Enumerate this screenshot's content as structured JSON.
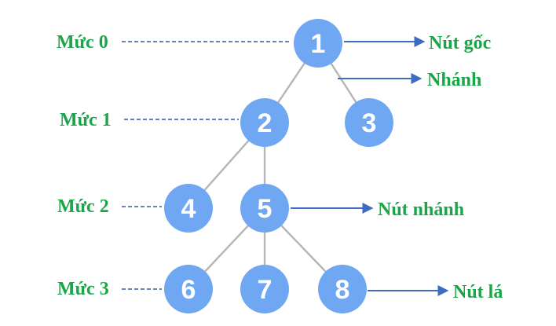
{
  "colors": {
    "node_fill": "#70a7f3",
    "node_text": "#ffffff",
    "edge": "#b5b5b5",
    "label_green": "#1aa548",
    "dash_blue": "#2f5ca8",
    "arrow_blue": "#3d6cc0",
    "background": "#ffffff"
  },
  "nodes": [
    {
      "id": "1",
      "label": "1"
    },
    {
      "id": "2",
      "label": "2"
    },
    {
      "id": "3",
      "label": "3"
    },
    {
      "id": "4",
      "label": "4"
    },
    {
      "id": "5",
      "label": "5"
    },
    {
      "id": "6",
      "label": "6"
    },
    {
      "id": "7",
      "label": "7"
    },
    {
      "id": "8",
      "label": "8"
    }
  ],
  "edges": [
    {
      "from": "1",
      "to": "2"
    },
    {
      "from": "1",
      "to": "3"
    },
    {
      "from": "2",
      "to": "4"
    },
    {
      "from": "2",
      "to": "5"
    },
    {
      "from": "5",
      "to": "6"
    },
    {
      "from": "5",
      "to": "7"
    },
    {
      "from": "5",
      "to": "8"
    }
  ],
  "levels": [
    {
      "label": "Mức 0",
      "node": "1"
    },
    {
      "label": "Mức 1",
      "node": "2"
    },
    {
      "label": "Mức 2",
      "node": "4"
    },
    {
      "label": "Mức 3",
      "node": "6"
    }
  ],
  "annotations": {
    "root": "Nút gốc",
    "branch": "Nhánh",
    "internal_node": "Nút nhánh",
    "leaf": "Nút lá"
  }
}
